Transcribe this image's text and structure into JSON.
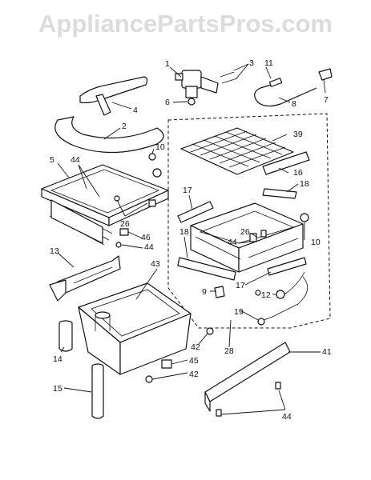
{
  "watermark": "AppliancePartsPros.com",
  "part_labels": {
    "p1": "1",
    "p2": "2",
    "p3": "3",
    "p4": "4",
    "p5": "5",
    "p6": "6",
    "p7": "7",
    "p8": "8",
    "p9": "9",
    "p10a": "10",
    "p10b": "10",
    "p11": "11",
    "p12": "12",
    "p13": "13",
    "p14": "14",
    "p15": "15",
    "p16": "16",
    "p17a": "17",
    "p17b": "17",
    "p18a": "18",
    "p18b": "18",
    "p19": "19",
    "p26a": "26",
    "p26b": "26",
    "p28": "28",
    "p39": "39",
    "p41": "41",
    "p42a": "42",
    "p42b": "42",
    "p43": "43",
    "p44a": "44",
    "p44b": "44",
    "p44c": "44",
    "p44d": "44",
    "p45": "45",
    "p46": "46"
  }
}
